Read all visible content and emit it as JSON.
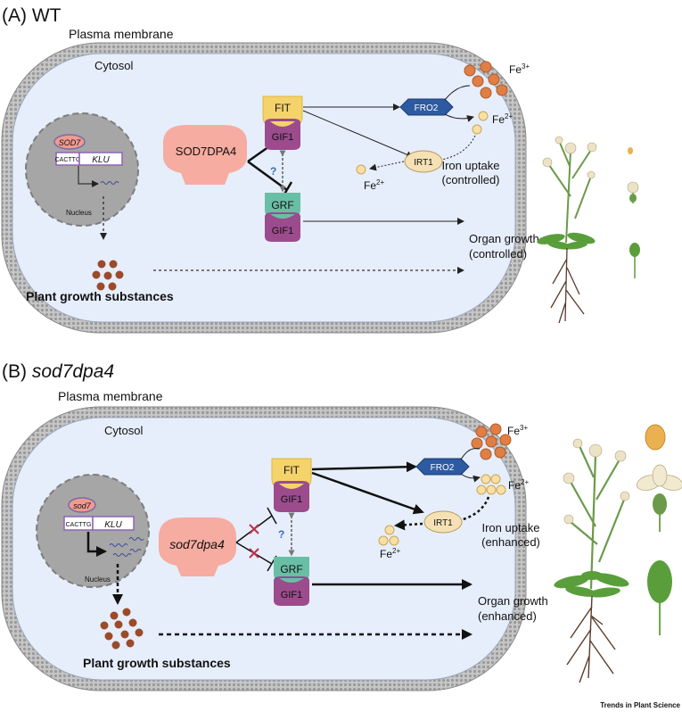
{
  "panel_a": {
    "title_prefix": "(A) ",
    "title_genotype": "WT",
    "plasma_membrane": "Plasma membrane",
    "cytosol": "Cytosol",
    "gene_box_label": "SOD7",
    "promoter_motif": "CACTTG",
    "target_gene": "KLU",
    "nucleus": "Nucleus",
    "repressor": "SOD7DPA4",
    "fit": "FIT",
    "gif1_top": "GIF1",
    "grf": "GRF",
    "gif1_bottom": "GIF1",
    "question_mark": "?",
    "fro2": "FRO2",
    "irt1": "IRT1",
    "fe3": "Fe",
    "fe3_sup": "3+",
    "fe2_right": "Fe",
    "fe2_right_sup": "2+",
    "fe2_left": "Fe",
    "fe2_left_sup": "2+",
    "iron_uptake_1": "Iron uptake",
    "iron_uptake_2": "(controlled)",
    "organ_growth_1": "Organ growth",
    "organ_growth_2": "(controlled)",
    "growth_substances": "Plant growth substances"
  },
  "panel_b": {
    "title_prefix": "(B) ",
    "title_genotype": "sod7dpa4",
    "plasma_membrane": "Plasma membrane",
    "cytosol": "Cytosol",
    "gene_box_label": "sod7",
    "promoter_motif": "CACTTG",
    "target_gene": "KLU",
    "nucleus": "Nucleus",
    "repressor": "sod7dpa4",
    "fit": "FIT",
    "gif1_top": "GIF1",
    "grf": "GRF",
    "gif1_bottom": "GIF1",
    "question_mark": "?",
    "fro2": "FRO2",
    "irt1": "IRT1",
    "fe3": "Fe",
    "fe3_sup": "3+",
    "fe2_right": "Fe",
    "fe2_right_sup": "2+",
    "fe2_left": "Fe",
    "fe2_left_sup": "2+",
    "iron_uptake_1": "Iron uptake",
    "iron_uptake_2": "(enhanced)",
    "organ_growth_1": "Organ growth",
    "organ_growth_2": "(enhanced)",
    "growth_substances": "Plant growth substances"
  },
  "credit": "Trends in Plant Science",
  "colors": {
    "membrane_fill": "#cbcbcb",
    "membrane_stroke": "#8a8a8a",
    "cytosol": "#e6eefb",
    "nucleus": "#a6a6a6",
    "repressor": "#f6aca0",
    "fit": "#f5d36b",
    "gif1": "#9c4b8d",
    "grf": "#69bfa5",
    "fro2": "#2d5aa1",
    "irt1": "#f6e1b6",
    "fe3": "#e07f45",
    "fe2": "#f8dfa2",
    "substance": "#9b4a2a",
    "leaf": "#5a9e3c",
    "root": "#5a3c2b",
    "inhibit_x": "#c0304a",
    "question": "#3b6fb0"
  }
}
